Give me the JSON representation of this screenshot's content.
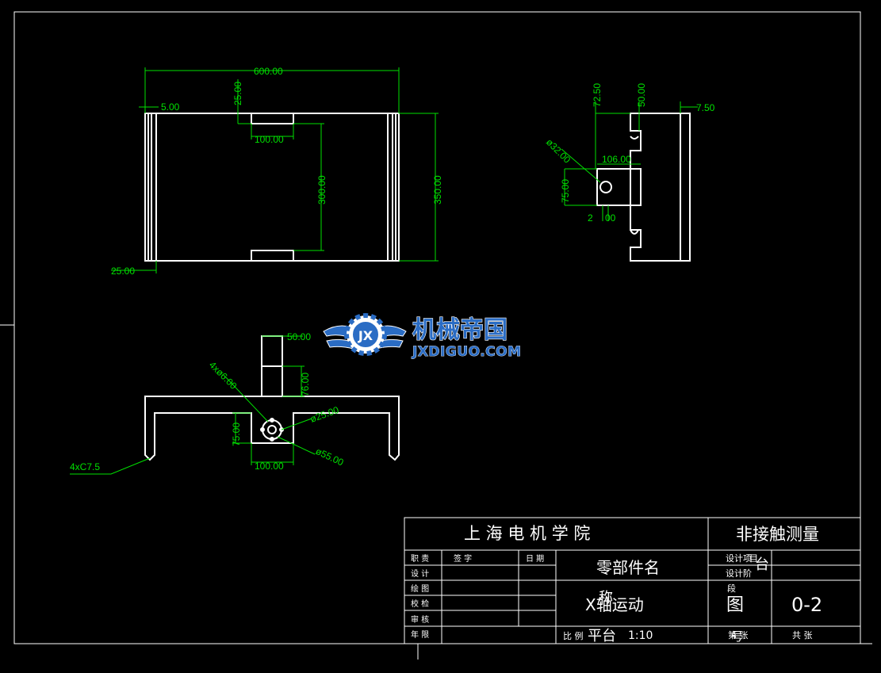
{
  "colors": {
    "background": "#000000",
    "geometry": "#ffffff",
    "dimension": "#00e000",
    "logo": "#2a6cc4"
  },
  "front_view": {
    "dims": [
      "600.00",
      "5.00",
      "25.00",
      "100.00",
      "300.00",
      "350.00",
      "25.00"
    ]
  },
  "side_view": {
    "dims": [
      "72.50",
      "50.00",
      "7.50",
      "ø32.00",
      "106.00",
      "75.00",
      "2",
      "00"
    ]
  },
  "top_view": {
    "dims": [
      "50.00",
      "76.00",
      "4xø6.00",
      "ø25.00",
      "75.00",
      "ø55.00",
      "100.00",
      "4xC7.5"
    ]
  },
  "logo": {
    "icon": "gear-wings-icon",
    "monogram": "JX",
    "name_cn": "机械帝国",
    "name_en": "JXDIGUO.COM"
  },
  "title_block": {
    "school": "上 海 电 机 学 院",
    "project": "非接触测量",
    "part_name_label": "零部件名",
    "part_name_overlap": "称",
    "part_name": "X轴运动",
    "scale_label": "比 例",
    "scale_prefix": "平台",
    "scale": "1:10",
    "design_item": "设计项",
    "design_item_overlap": "目",
    "design_stage": "设计阶",
    "design_stage_overlap": "段",
    "stage_value": "台",
    "drawing_no_label": "图",
    "drawing_no_overlap": "号",
    "drawing_no": "0-2",
    "sheet_label": "第 张",
    "total_sheets": "共 张",
    "headers": [
      "职 责",
      "签   字",
      "日 期"
    ],
    "roles": [
      "设 计",
      "绘 图",
      "校 检",
      "审 核",
      "年 限"
    ]
  }
}
